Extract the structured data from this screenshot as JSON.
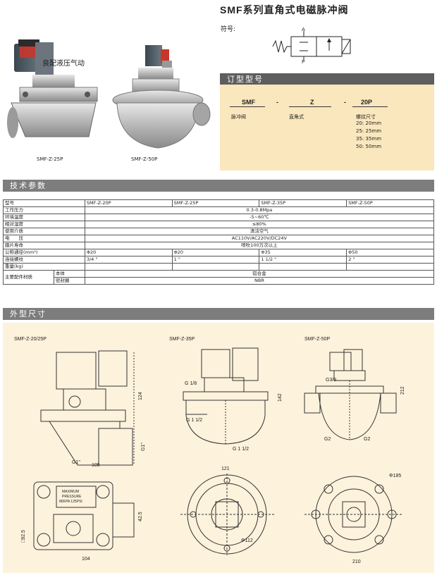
{
  "header": {
    "title_model": "SMF",
    "title_rest": "系列直角式电磁脉冲阀",
    "symbol_label": "符号:",
    "port_a": "A",
    "port_p": "P"
  },
  "photos": {
    "watermark": "良配液压气动",
    "caption_left": "SMF-Z-25P",
    "caption_right": "SMF-Z-50P"
  },
  "ordering": {
    "heading": "订型型号",
    "codes": [
      "SMF",
      "-",
      "Z",
      "-",
      "20P"
    ],
    "desc_series": "脉冲阀",
    "desc_type": "直角式",
    "size_title": "螺纹尺寸",
    "sizes": [
      "20: 20mm",
      "25: 25mm",
      "35: 35mm",
      "50: 50mm"
    ]
  },
  "tech": {
    "heading": "技术参数",
    "models": [
      "型号",
      "SMF-Z-20P",
      "SMF-Z-25P",
      "SMF-Z-35P",
      "SMF-Z-50P"
    ],
    "rows": [
      {
        "label": "工作压力",
        "value": "0.3-0.8Mpa"
      },
      {
        "label": "环境温度",
        "value": "-5~60℃"
      },
      {
        "label": "相对湿度",
        "value": "≤80%"
      },
      {
        "label": "使用介质",
        "value": "清洁空气"
      },
      {
        "label": "电　　压",
        "value": "AC110V/AC220V/DC24V"
      },
      {
        "label": "膜片寿命",
        "value": "喷吹100万次以上"
      }
    ],
    "diameter_label": "公称通径(mm²)",
    "diameters": [
      "Φ20",
      "Φ20",
      "Φ35",
      "Φ50"
    ],
    "thread_label": "连接螺纹",
    "threads": [
      "3/4 \"",
      "1 \"",
      "1 1/2 \"",
      "2 \""
    ],
    "weight_label": "重量(kg)",
    "material_label": "主要配件材质",
    "body_label": "本体",
    "body_value": "铝合金",
    "seal_label": "密封圈",
    "seal_value": "NBR"
  },
  "outline": {
    "heading": "外型尺寸",
    "title_1": "SMF-Z-20/25P",
    "title_2": "SMF-Z-35P",
    "title_3": "SMF-Z-50P",
    "d1": {
      "h": "124",
      "w": "105",
      "g": "G1\"",
      "port": "G1\"",
      "w2": "104",
      "side": "42.5",
      "sq": "□92.5",
      "plate_l1": "MAXIMUM",
      "plate_l2": "PRESSURE",
      "plate_l3": "86KPA 125PSI"
    },
    "d2": {
      "g18": "G 1/8",
      "g112a": "G 1 1/2",
      "g112b": "G 1 1/2",
      "h": "142",
      "w": "121",
      "phi": "Φ112"
    },
    "d3": {
      "g38": "G3/8",
      "g2a": "G2",
      "g2b": "G2",
      "h": "212",
      "phi": "Φ185",
      "w": "210"
    }
  },
  "colors": {
    "band": "#7d7d7d",
    "order_bg": "#fbe7bd",
    "dim_bg": "#fdf2dc",
    "solenoid_red": "#c8362b"
  }
}
